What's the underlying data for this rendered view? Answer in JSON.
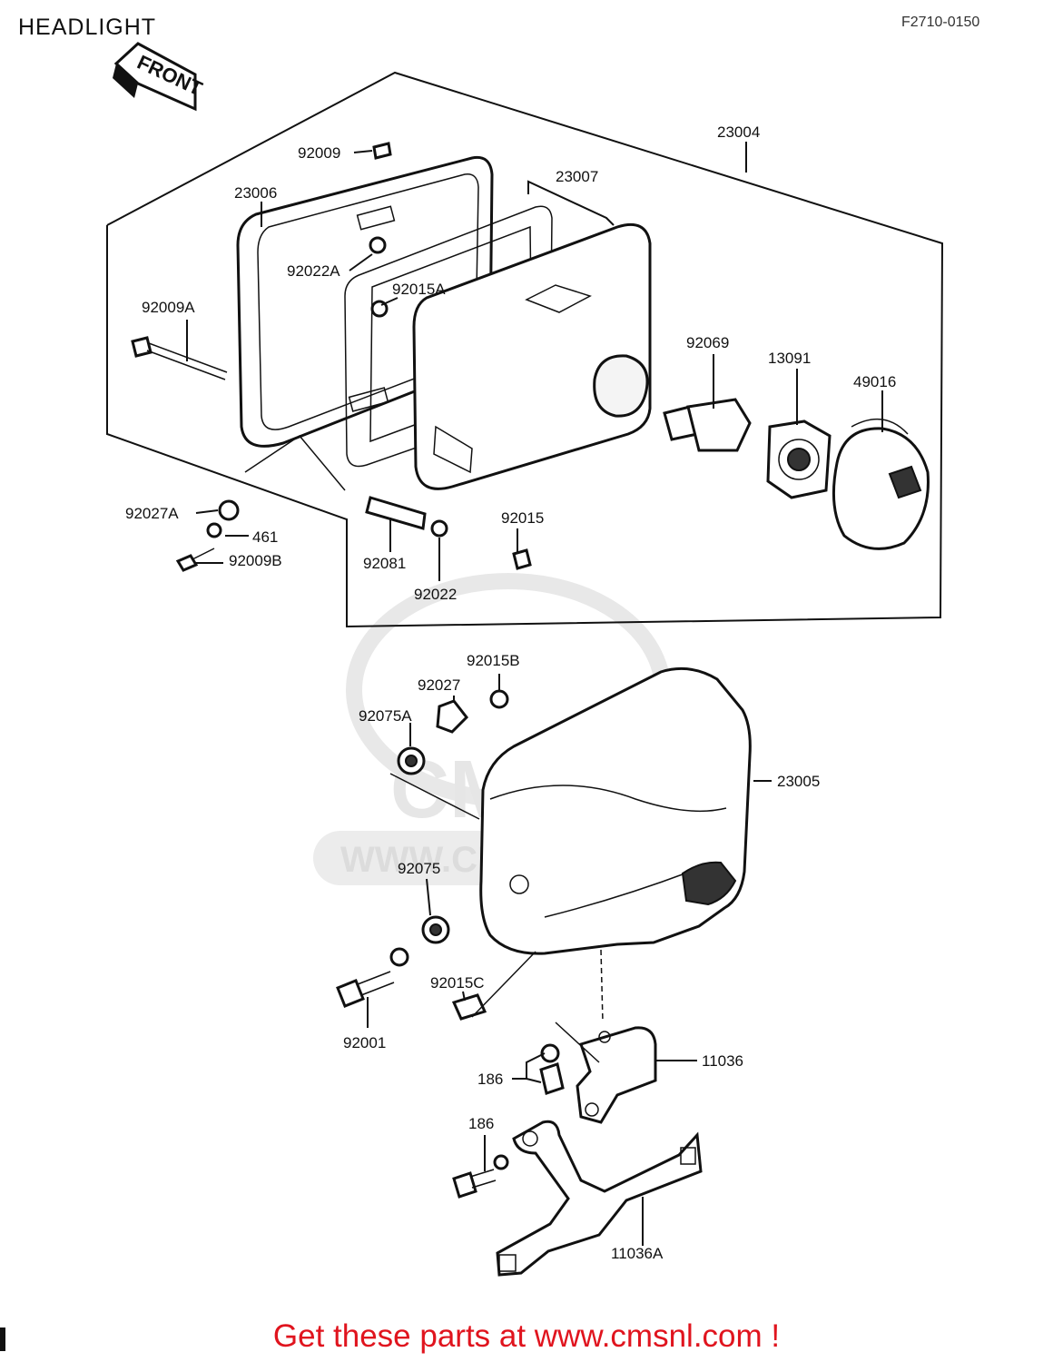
{
  "header": {
    "title": "HEADLIGHT",
    "code": "F2710-0150"
  },
  "front_tag": "FRONT",
  "watermark": {
    "brand": "CMS",
    "url": "WWW.CMSNL.COM"
  },
  "footer": "Get these parts at www.cmsnl.com !",
  "labels": {
    "l92009": "92009",
    "l23006": "23006",
    "l23007": "23007",
    "l23004": "23004",
    "l92022A": "92022A",
    "l92015A": "92015A",
    "l92009A": "92009A",
    "l92069": "92069",
    "l13091": "13091",
    "l49016": "49016",
    "l92027A": "92027A",
    "l461": "461",
    "l92009B": "92009B",
    "l92081": "92081",
    "l92022": "92022",
    "l92015": "92015",
    "l92015B": "92015B",
    "l92027": "92027",
    "l92075A": "92075A",
    "l23005": "23005",
    "l92075": "92075",
    "l92001": "92001",
    "l92015C": "92015C",
    "l11036": "11036",
    "l186a": "186",
    "l186b": "186",
    "l11036A": "11036A"
  }
}
